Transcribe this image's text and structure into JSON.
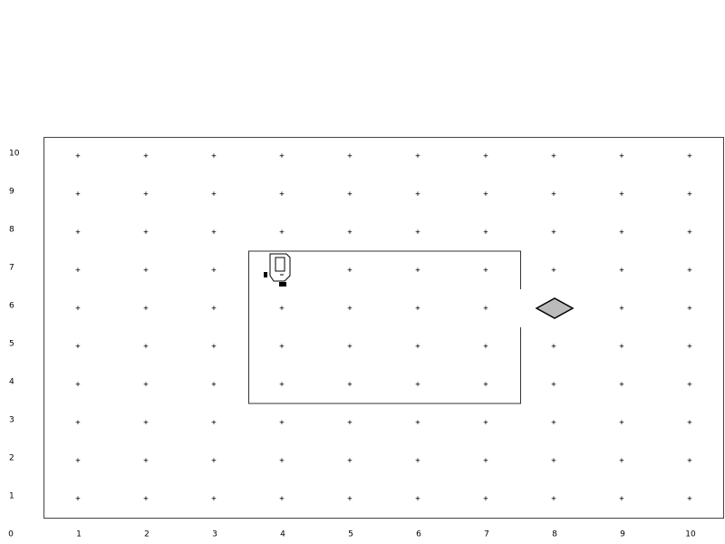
{
  "board": {
    "x_range": [
      0,
      10
    ],
    "y_range": [
      0,
      10
    ],
    "x_tick_labels": [
      "0",
      "1",
      "2",
      "3",
      "4",
      "5",
      "6",
      "7",
      "8",
      "9",
      "10"
    ],
    "y_tick_labels": [
      "1",
      "2",
      "3",
      "4",
      "5",
      "6",
      "7",
      "8",
      "9",
      "10"
    ],
    "grid_marker": "+",
    "border_color": "#444444"
  },
  "room": {
    "x_min": 3.5,
    "x_max": 7.5,
    "y_min": 3.5,
    "y_max": 7.5,
    "door": {
      "side": "right",
      "y_from": 5.5,
      "y_to": 6.5
    },
    "wall_color": "#333333"
  },
  "agent": {
    "icon": "robot-agent-icon",
    "x": 4,
    "y": 7
  },
  "target": {
    "icon": "diamond-goal-icon",
    "x": 8,
    "y": 6,
    "fill": "#bbbbbb",
    "stroke": "#000000"
  }
}
